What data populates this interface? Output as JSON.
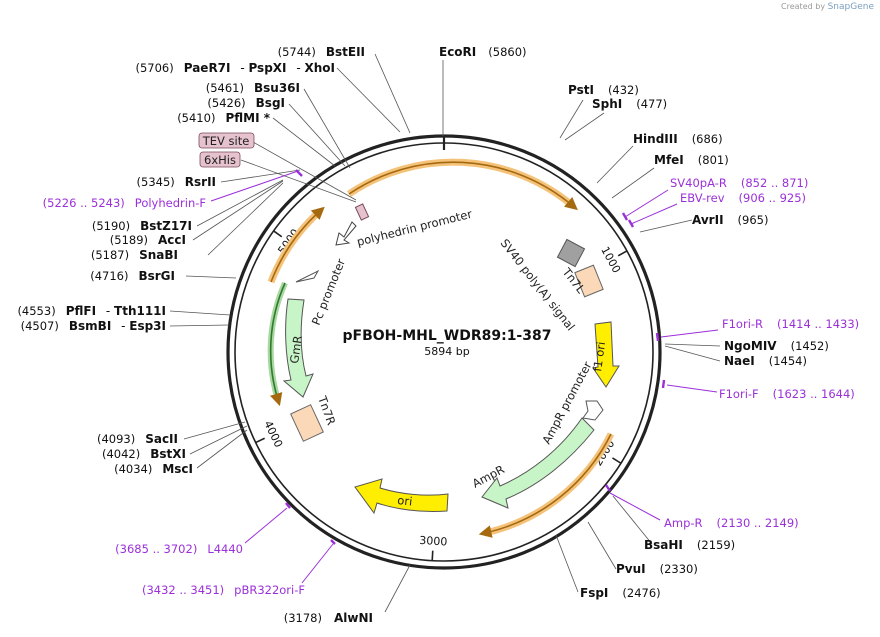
{
  "credit": {
    "prefix": "Created by",
    "brand": "SnapGene"
  },
  "plasmid": {
    "name": "pFBOH-MHL_WDR89:1-387",
    "size_label": "5894 bp",
    "total_bp": 5894
  },
  "ticks": [
    {
      "bp": 1000,
      "label": "1000"
    },
    {
      "bp": 2000,
      "label": "2000"
    },
    {
      "bp": 3000,
      "label": "3000"
    },
    {
      "bp": 4000,
      "label": "4000"
    },
    {
      "bp": 5000,
      "label": "5000"
    }
  ],
  "sites": [
    {
      "id": "ecori",
      "name": "EcoRI",
      "pos": "(5860)",
      "bp": 5860
    },
    {
      "id": "psti",
      "name": "PstI",
      "pos": "(432)",
      "bp": 432
    },
    {
      "id": "sphi",
      "name": "SphI",
      "pos": "(477)",
      "bp": 477
    },
    {
      "id": "hindiii",
      "name": "HindIII",
      "pos": "(686)",
      "bp": 686
    },
    {
      "id": "mfei",
      "name": "MfeI",
      "pos": "(801)",
      "bp": 801
    },
    {
      "id": "avrii",
      "name": "AvrII",
      "pos": "(965)",
      "bp": 965
    },
    {
      "id": "ngomiv",
      "name": "NgoMIV",
      "pos": "(1452)",
      "bp": 1452
    },
    {
      "id": "naei",
      "name": "NaeI",
      "pos": "(1454)",
      "bp": 1454
    },
    {
      "id": "bsahi",
      "name": "BsaHI",
      "pos": "(2159)",
      "bp": 2159
    },
    {
      "id": "pvui",
      "name": "PvuI",
      "pos": "(2330)",
      "bp": 2330
    },
    {
      "id": "fspi",
      "name": "FspI",
      "pos": "(2476)",
      "bp": 2476
    },
    {
      "id": "alwni",
      "name": "AlwNI",
      "pos": "(3178)",
      "bp": 3178
    },
    {
      "id": "msci",
      "name": "MscI",
      "pos": "(4034)",
      "bp": 4034
    },
    {
      "id": "bstxi",
      "name": "BstXI",
      "pos": "(4042)",
      "bp": 4042
    },
    {
      "id": "sacii",
      "name": "SacII",
      "pos": "(4093)",
      "bp": 4093
    },
    {
      "id": "bsmbi",
      "name": "BsmBI",
      "extra": "Esp3I",
      "pos": "(4507)",
      "bp": 4507
    },
    {
      "id": "pflfi",
      "name": "PflFI",
      "extra": "Tth111I",
      "pos": "(4553)",
      "bp": 4553
    },
    {
      "id": "bsrgi",
      "name": "BsrGI",
      "pos": "(4716)",
      "bp": 4716
    },
    {
      "id": "snabi",
      "name": "SnaBI",
      "pos": "(5187)",
      "bp": 5187
    },
    {
      "id": "acci",
      "name": "AccI",
      "pos": "(5189)",
      "bp": 5189
    },
    {
      "id": "bstz17i",
      "name": "BstZ17I",
      "pos": "(5190)",
      "bp": 5190
    },
    {
      "id": "rsrii",
      "name": "RsrII",
      "pos": "(5345)",
      "bp": 5345
    },
    {
      "id": "pflmi",
      "name": "PflMI *",
      "pos": "(5410)",
      "bp": 5410
    },
    {
      "id": "bsgi",
      "name": "BsgI",
      "pos": "(5426)",
      "bp": 5426
    },
    {
      "id": "bsu36i",
      "name": "Bsu36I",
      "pos": "(5461)",
      "bp": 5461
    },
    {
      "id": "paer7i",
      "name": "PaeR7I",
      "extra": "PspXI",
      "extra2": "XhoI",
      "pos": "(5706)",
      "bp": 5706
    },
    {
      "id": "bsteii",
      "name": "BstEII",
      "pos": "(5744)",
      "bp": 5744
    }
  ],
  "primers": [
    {
      "id": "sv40pa-r",
      "name": "SV40pA-R",
      "range": "(852 .. 871)",
      "bp": 861
    },
    {
      "id": "ebv-rev",
      "name": "EBV-rev",
      "range": "(906 .. 925)",
      "bp": 915
    },
    {
      "id": "f1ori-r",
      "name": "F1ori-R",
      "range": "(1414 .. 1433)",
      "bp": 1423
    },
    {
      "id": "f1ori-f",
      "name": "F1ori-F",
      "range": "(1623 .. 1644)",
      "bp": 1633
    },
    {
      "id": "amp-r",
      "name": "Amp-R",
      "range": "(2130 .. 2149)",
      "bp": 2139
    },
    {
      "id": "l4440",
      "name": "L4440",
      "range": "(3685 .. 3702)",
      "bp": 3693
    },
    {
      "id": "pbr322ori-f",
      "name": "pBR322ori-F",
      "range": "(3432 .. 3451)",
      "bp": 3441
    },
    {
      "id": "polyhedrin-f",
      "name": "Polyhedrin-F",
      "range": "(5226 .. 5243)",
      "bp": 5234
    }
  ],
  "boxed_features": [
    {
      "id": "tev-site",
      "name": "TEV site"
    },
    {
      "id": "6xhis",
      "name": "6xHis"
    }
  ],
  "features": [
    {
      "id": "polyhedrin-promoter",
      "name": "polyhedrin promoter"
    },
    {
      "id": "sv40-polya",
      "name": "SV40 poly(A) signal"
    },
    {
      "id": "tn7l",
      "name": "Tn7L"
    },
    {
      "id": "f1-ori",
      "name": "f1 ori"
    },
    {
      "id": "ampr-promoter",
      "name": "AmpR promoter"
    },
    {
      "id": "ampr",
      "name": "AmpR"
    },
    {
      "id": "ori",
      "name": "ori"
    },
    {
      "id": "tn7r",
      "name": "Tn7R"
    },
    {
      "id": "gmr",
      "name": "GmR"
    },
    {
      "id": "pc-promoter",
      "name": "Pc promoter"
    }
  ],
  "colors": {
    "backbone": "#222222",
    "primer": "#9b30d9",
    "promoter": "#ffffff",
    "ori": "#ffee00",
    "gene": "#c8f5c8",
    "tn7": "#fbd9b8",
    "polyA": "#a0a0a0",
    "orf_outline": "#f5c27a",
    "orf_line": "#a56a10",
    "box_fill": "#e6c2cf"
  }
}
